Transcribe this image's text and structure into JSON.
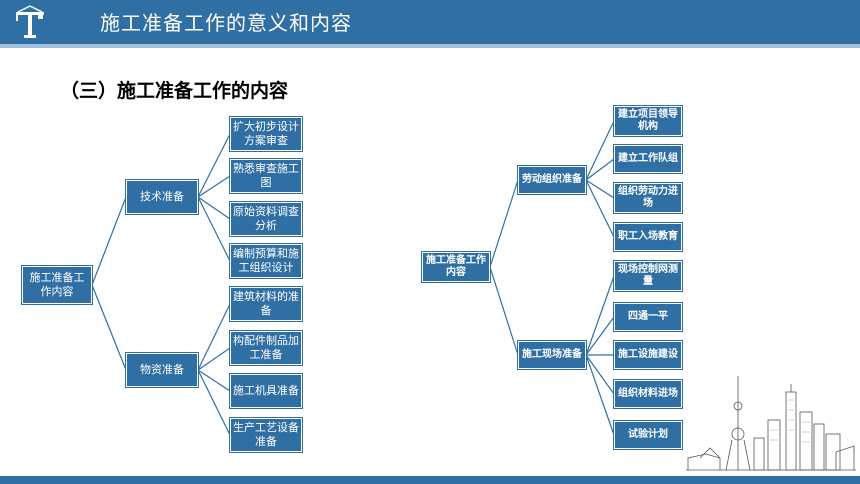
{
  "header": {
    "title": "施工准备工作的意义和内容"
  },
  "section_title": "（三）施工准备工作的内容",
  "left_tree": {
    "root": "施工准备工作内容",
    "tech": {
      "label": "技术准备",
      "items": [
        "扩大初步设计方案审查",
        "熟悉审查施工图",
        "原始资料调查分析",
        "编制预算和施工组织设计"
      ]
    },
    "material": {
      "label": "物资准备",
      "items": [
        "建筑材料的准备",
        "构配件制品加工准备",
        "施工机具准备",
        "生产工艺设备准备"
      ]
    }
  },
  "right_tree": {
    "root": "施工准备工作内容",
    "labor": {
      "label": "劳动组织准备",
      "items": [
        "建立项目领导机构",
        "建立工作队组",
        "组织劳动力进场",
        "职工入场教育"
      ]
    },
    "site": {
      "label": "施工现场准备",
      "items": [
        "现场控制网测量",
        "四通一平",
        "施工设施建设",
        "组织材料进场",
        "试验计划"
      ]
    }
  },
  "colors": {
    "brand": "#2f6fa4",
    "header_stripe": "#9fc0dc"
  }
}
